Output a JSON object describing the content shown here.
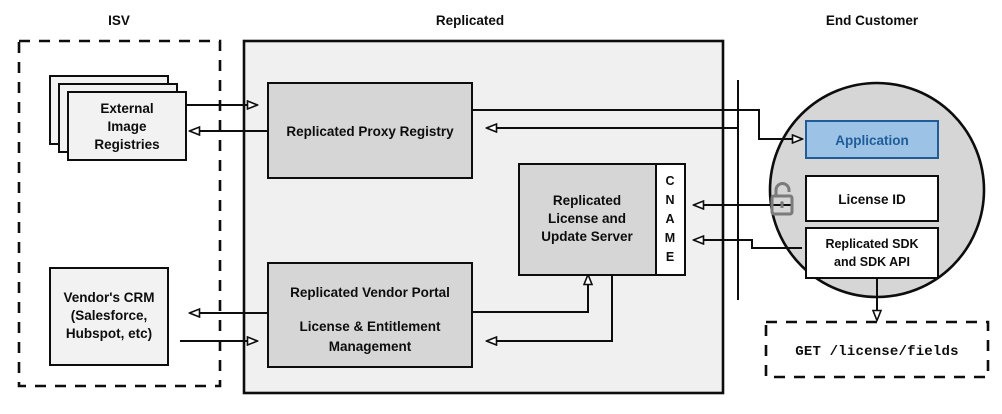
{
  "diagram": {
    "title_isv": "ISV",
    "title_replicated": "Replicated",
    "title_end_customer": "End Customer",
    "colors": {
      "panel_fill": "#f0f0f0",
      "box_fill": "#d6d6d6",
      "light_box_fill": "#f2f2f2",
      "white_fill": "#ffffff",
      "circle_fill": "#d6d6d6",
      "app_fill": "#9cc3e5",
      "app_stroke": "#1f5c99",
      "app_text": "#1f5c99",
      "stroke": "#0d0d0d",
      "lock": "#7b7b7b"
    },
    "groups": [
      {
        "name": "isv",
        "label": "ISV",
        "border": "dashed"
      },
      {
        "name": "replicated",
        "label": "Replicated",
        "border": "solid"
      },
      {
        "name": "end-customer",
        "label": "End Customer",
        "border": "circle"
      }
    ],
    "boxes": {
      "external_image_registries": {
        "lines": [
          "External",
          "Image",
          "Registries"
        ],
        "stacked": true,
        "fill": "#f2f2f2"
      },
      "vendors_crm": {
        "lines": [
          "Vendor's CRM",
          "(Salesforce,",
          "Hubspot, etc)"
        ],
        "fill": "#f2f2f2"
      },
      "replicated_proxy_registry": {
        "lines": [
          "Replicated Proxy Registry"
        ],
        "fill": "#d6d6d6"
      },
      "replicated_license_update_server": {
        "lines": [
          "Replicated",
          "License and",
          "Update Server"
        ],
        "fill": "#d6d6d6"
      },
      "cname": {
        "label": "CNAME",
        "letters": [
          "C",
          "N",
          "A",
          "M",
          "E"
        ],
        "fill": "#ffffff"
      },
      "replicated_vendor_portal": {
        "lines": [
          "Replicated Vendor Portal",
          "",
          "License & Entitlement",
          "Management"
        ],
        "fill": "#d6d6d6"
      },
      "application": {
        "lines": [
          "Application"
        ],
        "fill": "#9cc3e5"
      },
      "license_id": {
        "lines": [
          "License ID"
        ],
        "fill": "#ffffff"
      },
      "replicated_sdk": {
        "lines": [
          "Replicated SDK",
          "and SDK API"
        ],
        "fill": "#ffffff"
      },
      "api_request": {
        "lines": [
          "GET /license/fields"
        ],
        "border": "dashed",
        "mono": true
      }
    },
    "icons": {
      "unlocked_padlock": "unlock-icon"
    }
  }
}
